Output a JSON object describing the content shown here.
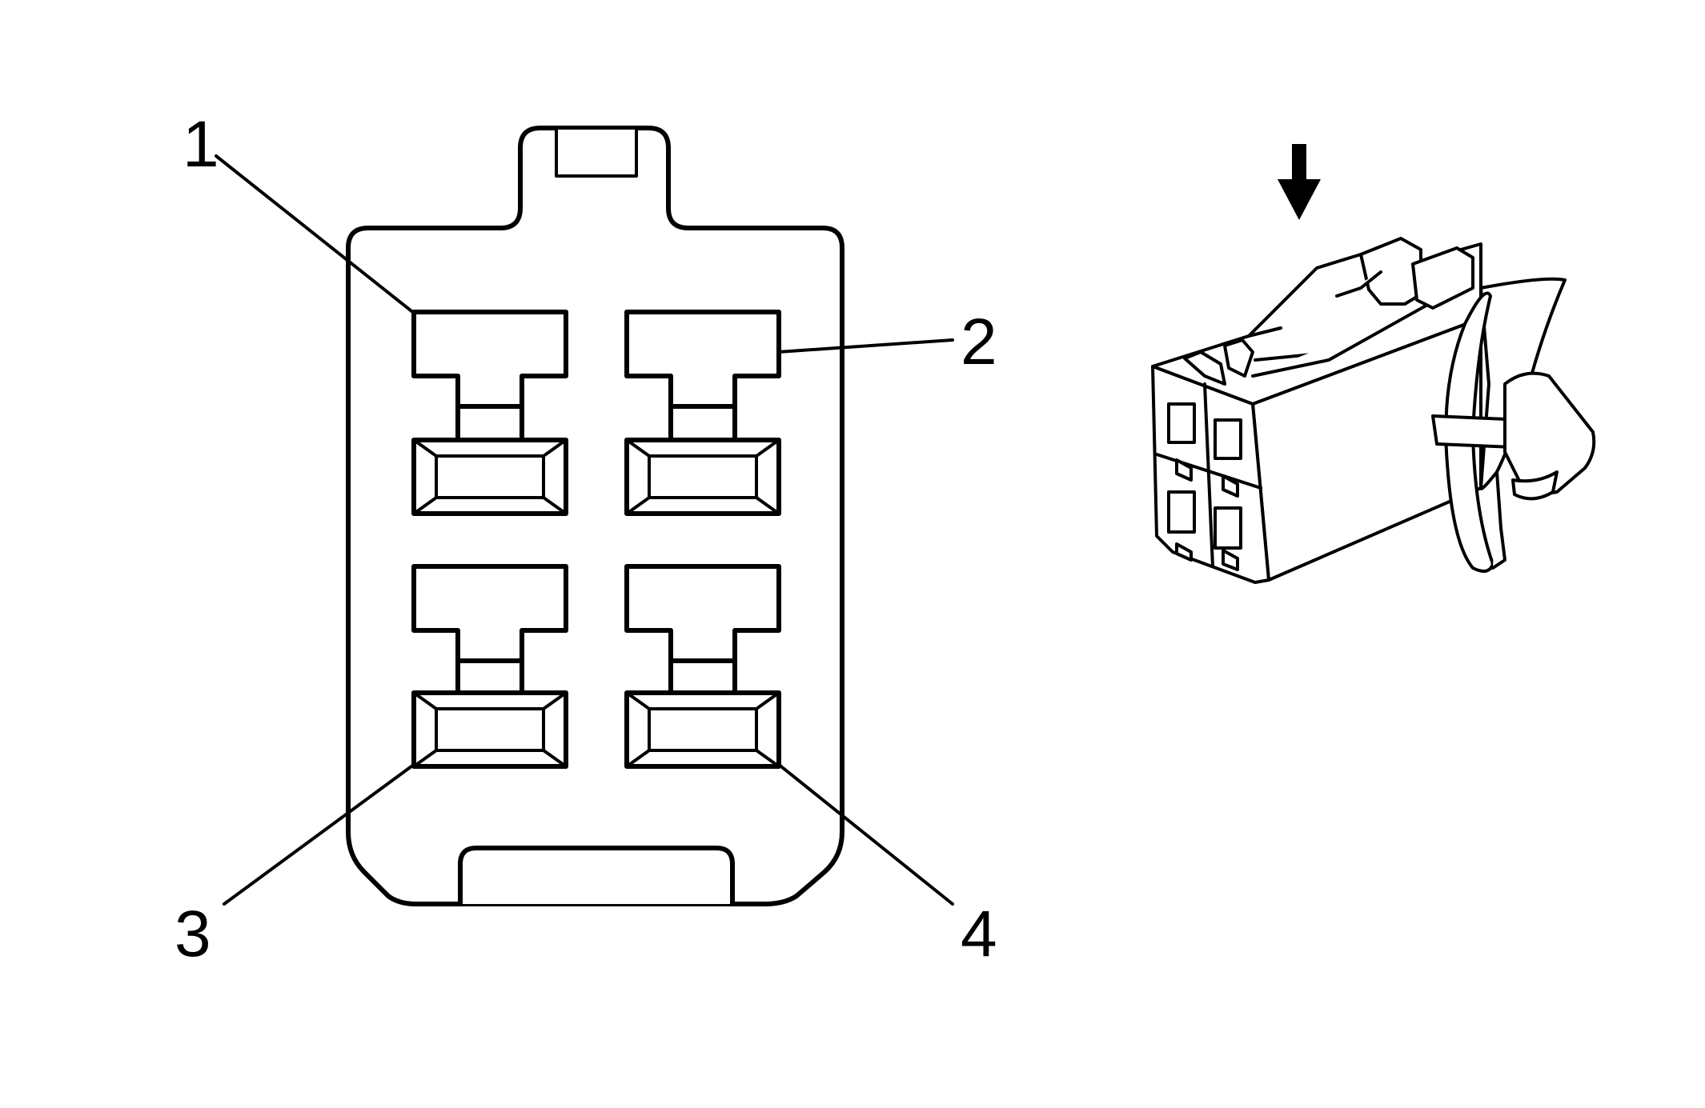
{
  "pin_labels": {
    "pin1": "1",
    "pin2": "2",
    "pin3": "3",
    "pin4": "4"
  },
  "colors": {
    "line": "#000000",
    "background": "#ffffff"
  },
  "icons": {
    "view_arrow": "arrow-down-icon",
    "connector_3d": "connector-perspective-icon"
  }
}
